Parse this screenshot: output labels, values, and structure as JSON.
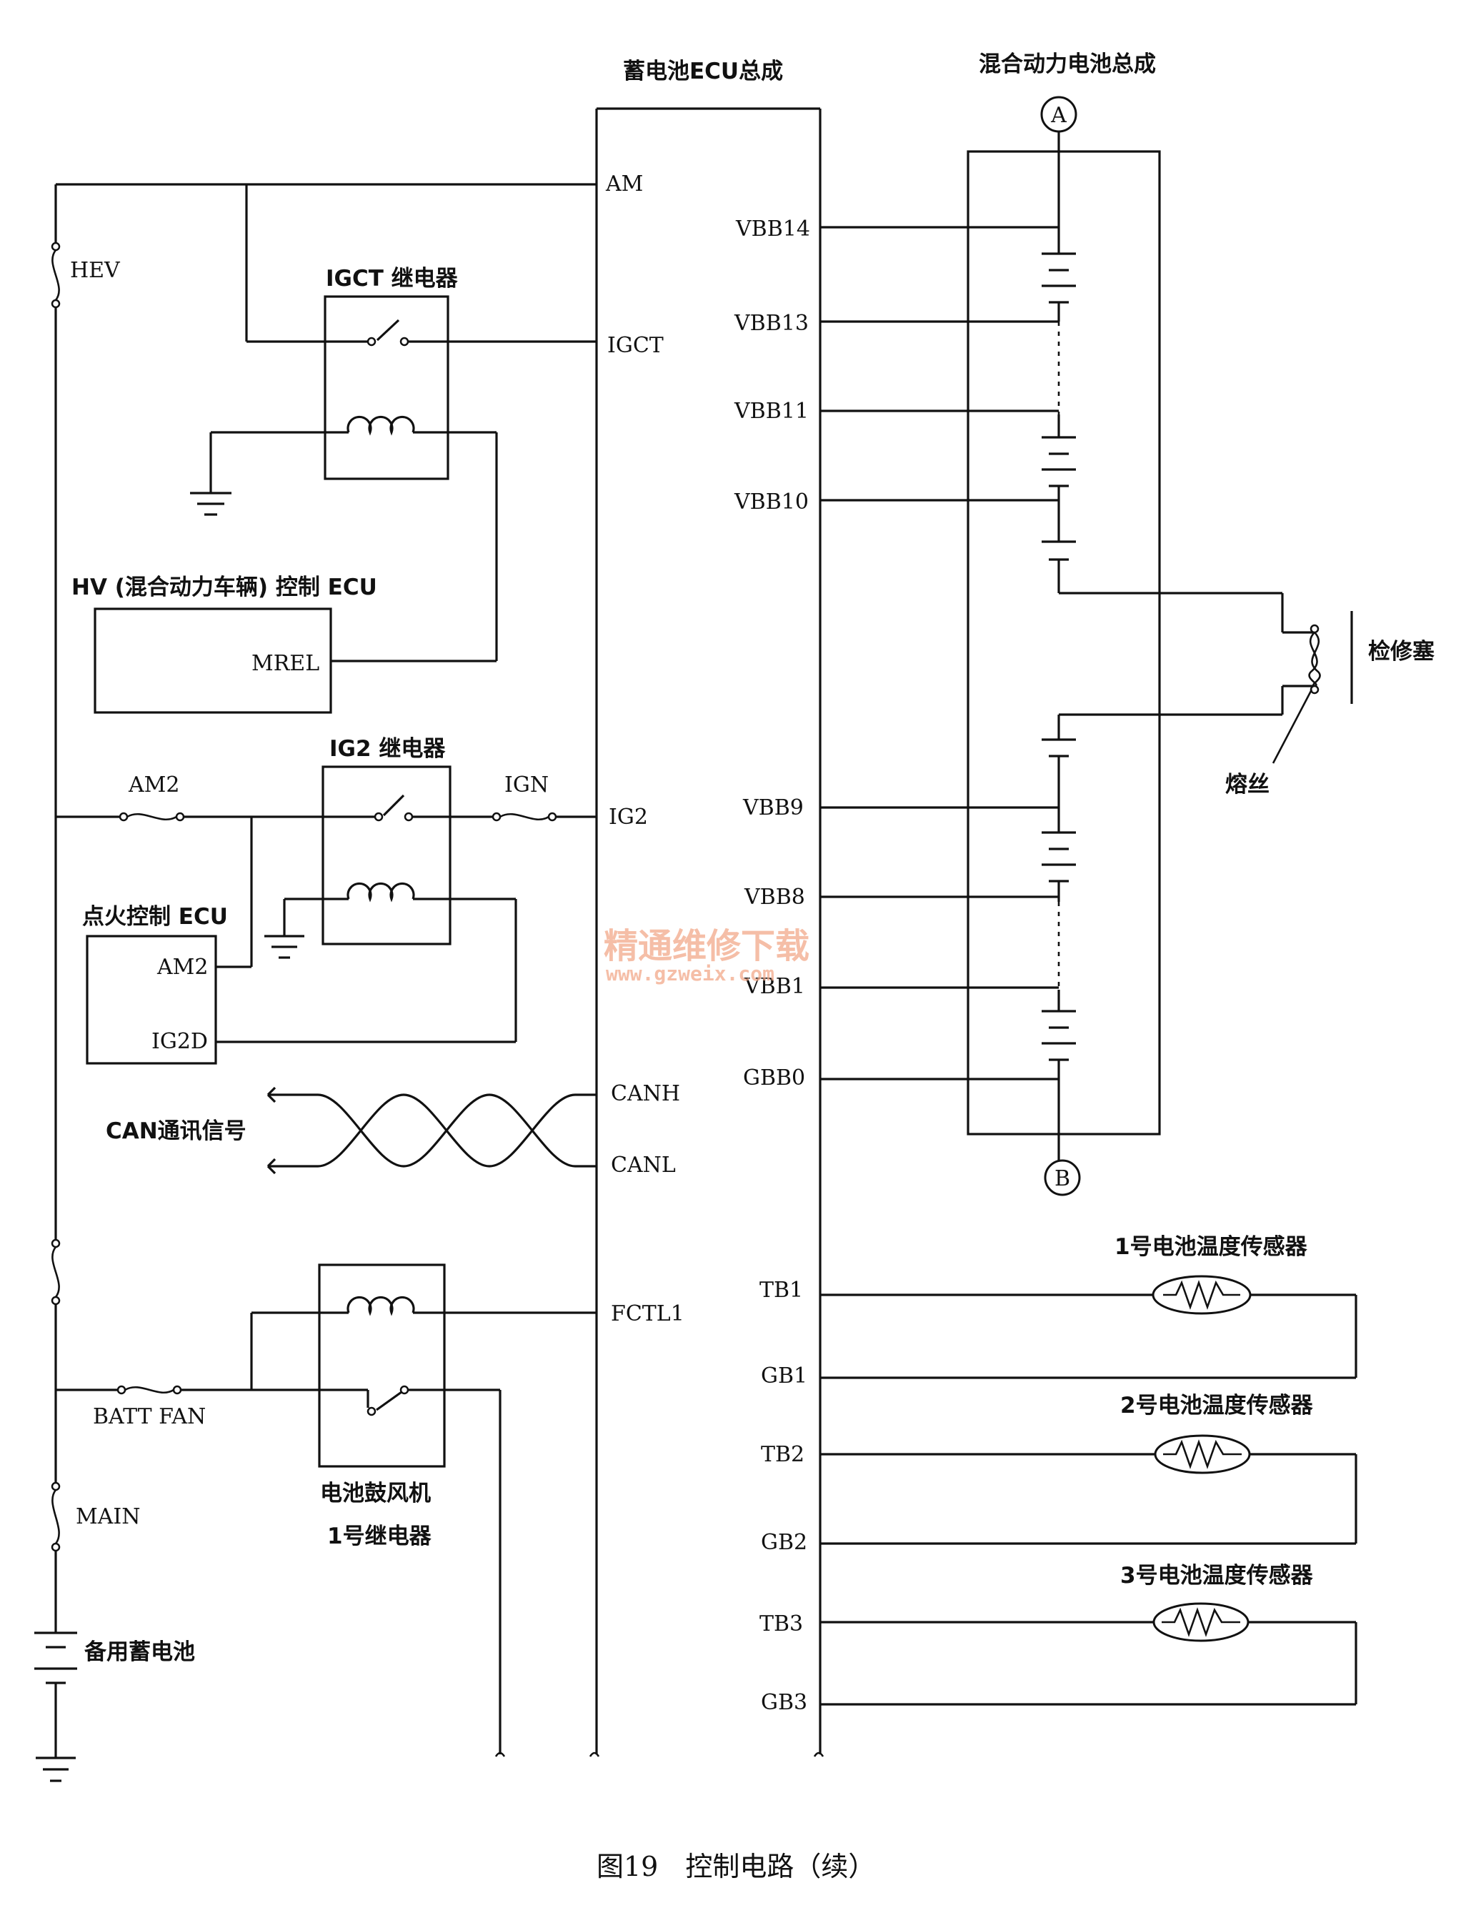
{
  "ecu": {
    "title": "蓄电池ECU总成",
    "pins_left": [
      "AM",
      "IGCT",
      "IG2",
      "CANH",
      "CANL",
      "FCTL1"
    ],
    "pins_right": [
      "VBB14",
      "VBB13",
      "VBB11",
      "VBB10",
      "VBB9",
      "VBB8",
      "VBB1",
      "GBB0",
      "TB1",
      "GB1",
      "TB2",
      "GB2",
      "TB3",
      "GB3"
    ]
  },
  "battery_assembly": {
    "title": "混合动力电池总成",
    "connector_a": "A",
    "connector_b": "B",
    "service_plug": "检修塞",
    "fuse": "熔丝"
  },
  "fuses": {
    "hev": "HEV",
    "am2": "AM2",
    "ign": "IGN",
    "batt_fan": "BATT FAN",
    "main": "MAIN"
  },
  "relays": {
    "igct": "IGCT 继电器",
    "ig2": "IG2 继电器",
    "fan_line1": "电池鼓风机",
    "fan_line2": "1号继电器"
  },
  "hv_ecu": {
    "title": "HV (混合动力车辆) 控制 ECU",
    "pin": "MREL"
  },
  "ignition_ecu": {
    "title": "点火控制 ECU",
    "pin_am2": "AM2",
    "pin_ig2d": "IG2D"
  },
  "can_signal": "CAN通讯信号",
  "backup_battery": "备用蓄电池",
  "sensors": [
    "1号电池温度传感器",
    "2号电池温度传感器",
    "3号电池温度传感器"
  ],
  "watermark": {
    "line1": "精通维修下载",
    "line2": "www.gzweix.com"
  },
  "caption": "图19　控制电路（续）"
}
